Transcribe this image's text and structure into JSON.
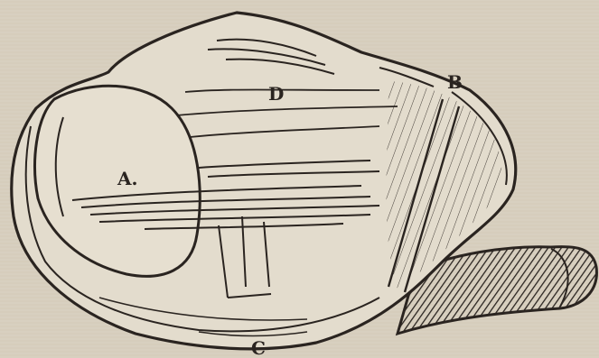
{
  "figure": {
    "labels": {
      "a": "A.",
      "b": "B",
      "c": "C",
      "d": "D"
    }
  },
  "colors": {
    "paper": "#d8d0c0",
    "paper_light": "#e3dccd",
    "ink": "#2a2420"
  }
}
